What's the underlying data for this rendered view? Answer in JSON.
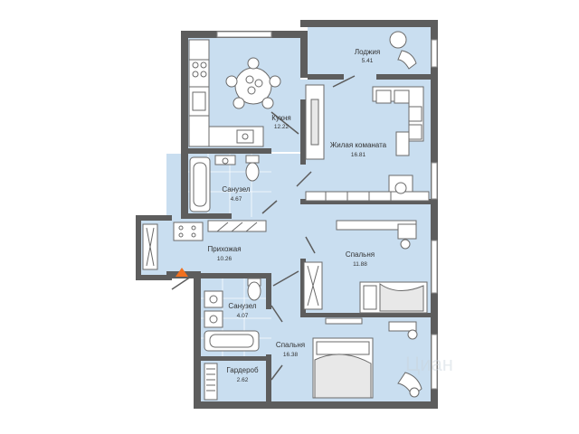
{
  "plan": {
    "rooms": [
      {
        "id": "loggia",
        "name": "Лоджия",
        "area": "5.41"
      },
      {
        "id": "kitchen",
        "name": "Кухня",
        "area": "12.22"
      },
      {
        "id": "living",
        "name": "Жилая команата",
        "area": "16.81"
      },
      {
        "id": "bath1",
        "name": "Санузел",
        "area": "4.67"
      },
      {
        "id": "hall",
        "name": "Прихожая",
        "area": "10.26"
      },
      {
        "id": "bedroom1",
        "name": "Спальня",
        "area": "11.88"
      },
      {
        "id": "bath2",
        "name": "Санузел",
        "area": "4.07"
      },
      {
        "id": "bedroom2",
        "name": "Спальня",
        "area": "16.38"
      },
      {
        "id": "wardrobe",
        "name": "Гардероб",
        "area": "2.62"
      }
    ],
    "entrance_color": "#f07020",
    "floor_color": "#c9def0",
    "wall_color": "#5d5d5d",
    "watermark": "Циан"
  }
}
